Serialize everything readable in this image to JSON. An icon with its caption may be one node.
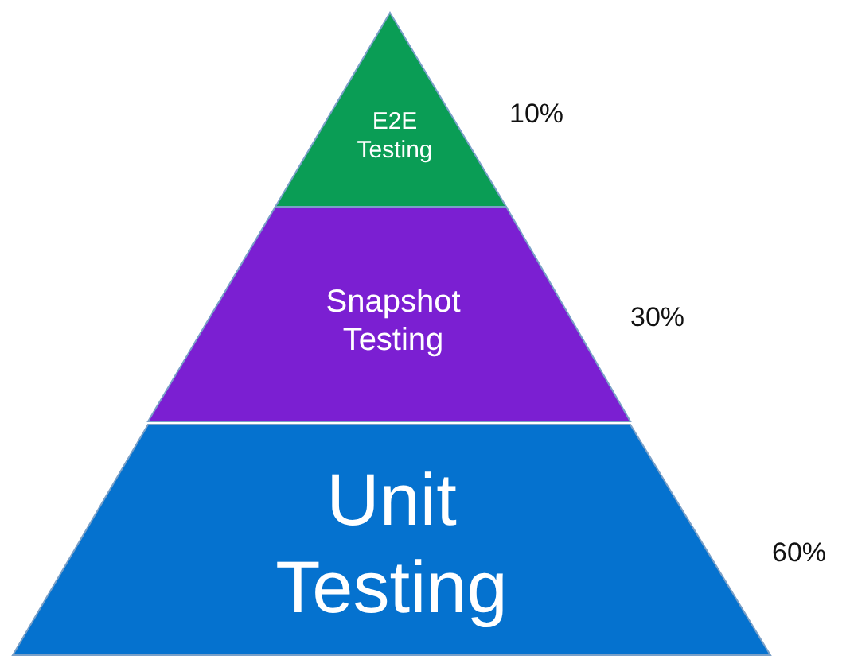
{
  "diagram": {
    "nodes": [
      {
        "text": [
          "E2E Testing"
        ],
        "beside": [
          "10%"
        ]
      },
      {
        "text": [
          "Snapshot Testing"
        ],
        "beside": [
          "30%"
        ]
      },
      {
        "text": [
          "Unit Testing"
        ],
        "beside": [
          "60%"
        ]
      }
    ]
  }
}
